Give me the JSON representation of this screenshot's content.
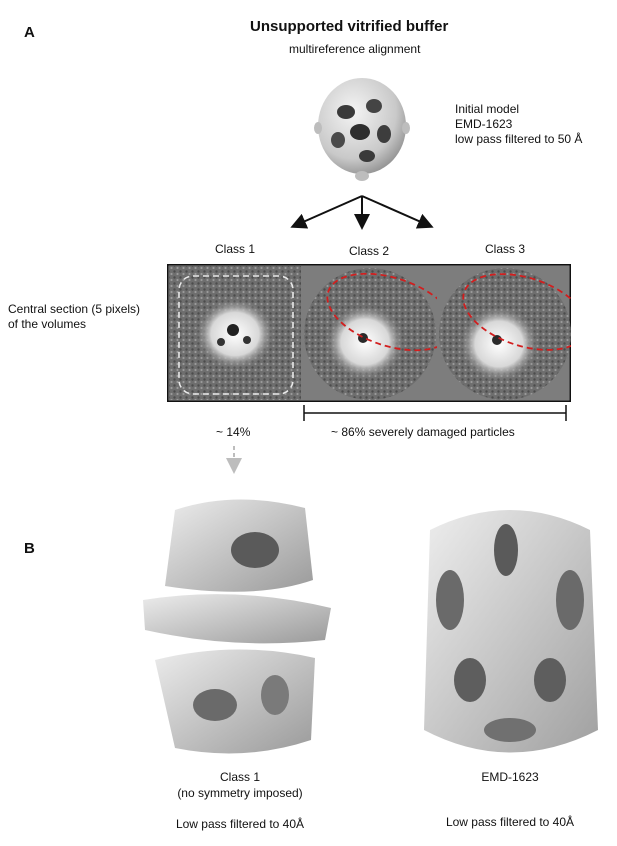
{
  "panel_a_label": "A",
  "panel_b_label": "B",
  "title": "Unsupported vitrified buffer",
  "subtitle": "multireference alignment",
  "initial_model": {
    "line1": "Initial model",
    "line2": "EMD-1623",
    "line3": "low pass filtered to 50 Å"
  },
  "classes": [
    "Class 1",
    "Class 2",
    "Class 3"
  ],
  "central_section": {
    "line1": "Central section (5 pixels)",
    "line2": "of the volumes"
  },
  "class1_percent": "~ 14%",
  "damaged_label": "~ 86% severely damaged particles",
  "volumes": [
    {
      "name": "Class 1",
      "note": "(no symmetry imposed)",
      "filter": "Low pass filtered to 40Å"
    },
    {
      "name": "EMD-1623",
      "note": "",
      "filter": "Low pass filtered to 40Å"
    }
  ],
  "colors": {
    "dashed_white": "#e8e8e8",
    "dashed_red": "#d21e1e",
    "arrow_grey": "#bdbdbd",
    "volume_grey": "#c9c9c9"
  }
}
